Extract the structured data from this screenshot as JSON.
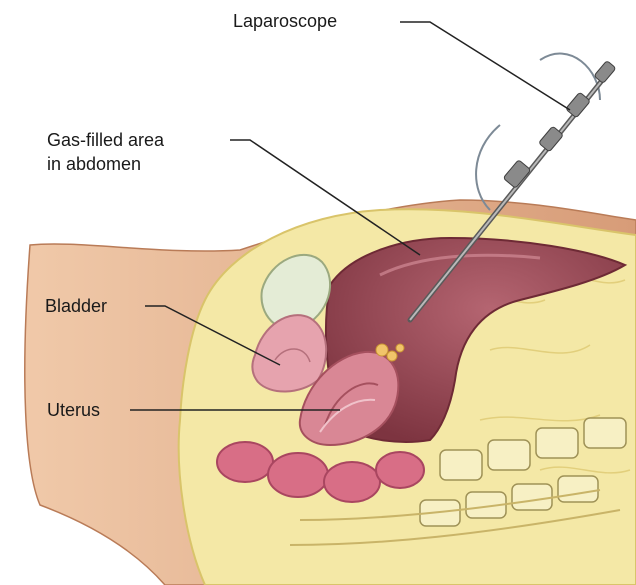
{
  "labels": {
    "laparoscope": "Laparoscope",
    "gas_line1": "Gas-filled area",
    "gas_line2": "in abdomen",
    "bladder": "Bladder",
    "uterus": "Uterus"
  },
  "colors": {
    "background": "#ffffff",
    "skin": "#e8b998",
    "skin_shadow": "#c98d6a",
    "fat": "#f4e8a6",
    "fat_edge": "#d9c46a",
    "cavity": "#8e3f4b",
    "cavity_light": "#b56571",
    "bladder": "#e6a3ae",
    "uterus": "#d98795",
    "bowel": "#d86e86",
    "instrument": "#5a5a5a",
    "leader": "#222222"
  }
}
